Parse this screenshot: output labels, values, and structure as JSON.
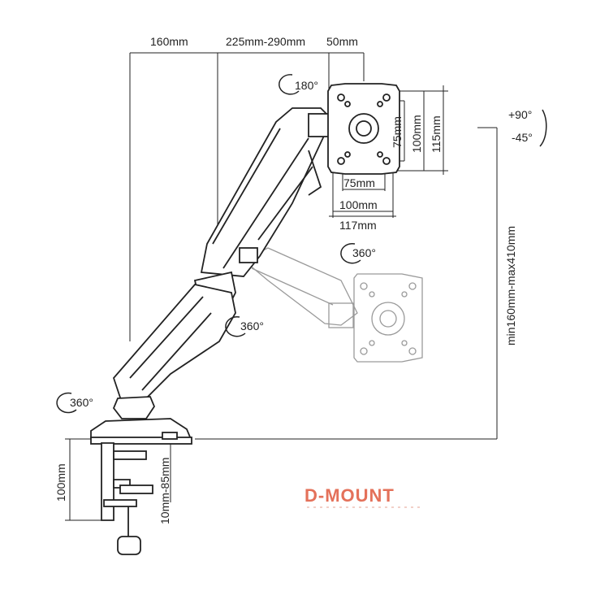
{
  "dimensions": {
    "top_left": "160mm",
    "top_middle": "225mm-290mm",
    "top_right": "50mm",
    "plate_v_75": "75mm",
    "plate_v_100": "100mm",
    "plate_v_115": "115mm",
    "plate_h_75": "75mm",
    "plate_h_100": "100mm",
    "plate_h_117": "117mm",
    "height_range": "min160mm-max410mm",
    "clamp_height": "100mm",
    "desk_thickness": "10mm-85mm"
  },
  "rotations": {
    "plate_rotate": "180°",
    "tilt_up": "+90°",
    "tilt_down": "-45°",
    "swivel_head": "360°",
    "swivel_elbow": "360°",
    "swivel_base": "360°"
  },
  "brand": "D-MOUNT",
  "colors": {
    "brand": "#e4715a",
    "line": "#222222",
    "ghost": "#9a9a9a"
  }
}
